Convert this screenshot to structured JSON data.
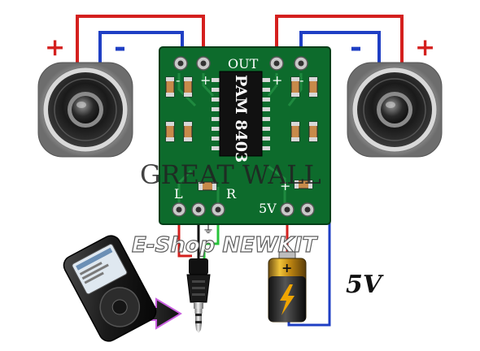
{
  "board": {
    "out_label": "OUT",
    "chip_label": "PAM 8403",
    "plus_sign": "+",
    "minus_sign": "-",
    "left_label": "L",
    "right_label": "R",
    "power_label": "5V"
  },
  "speaker_left": {
    "plus": "+",
    "minus": "-"
  },
  "speaker_right": {
    "plus": "+",
    "minus": "-"
  },
  "ground_symbol": "⏚",
  "watermark_brand": "GREAT WALL",
  "watermark_shop": "E-Shop NEWKIT",
  "battery": {
    "plus": "+"
  },
  "voltage_label": "5V",
  "colors": {
    "red_wire": "#d4201e",
    "blue_wire": "#1f3fc4",
    "green_wire": "#27c43a",
    "black_wire": "#111111",
    "board_green": "#0d6b2c",
    "arrow_purple": "#c95fe0"
  }
}
